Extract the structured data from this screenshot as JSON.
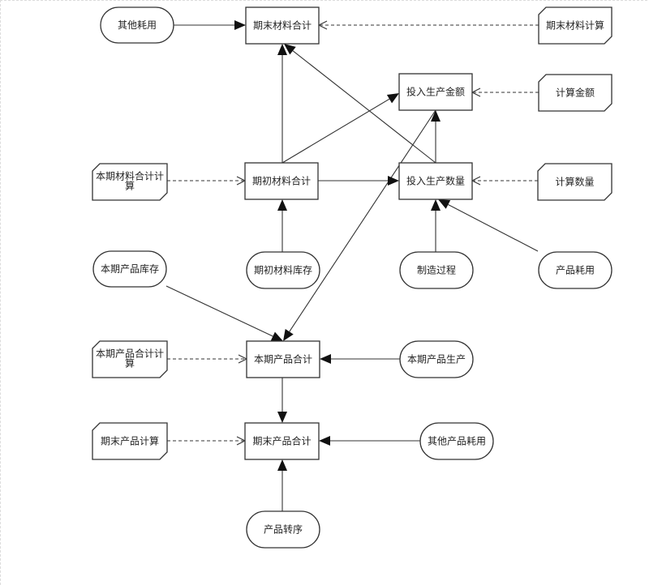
{
  "diagram": {
    "nodes": [
      {
        "id": "other_use",
        "label": "其他耗用",
        "shape": "terminal"
      },
      {
        "id": "end_material_total",
        "label": "期末材料合计",
        "shape": "process"
      },
      {
        "id": "end_material_calc",
        "label": "期末材料计算",
        "shape": "card"
      },
      {
        "id": "prod_amount",
        "label": "投入生产金额",
        "shape": "process"
      },
      {
        "id": "calc_amount",
        "label": "计算金额",
        "shape": "card"
      },
      {
        "id": "period_material_calc",
        "label": "本期材料合计计算",
        "label_lines": [
          "本期材料合计计",
          "算"
        ],
        "shape": "card"
      },
      {
        "id": "begin_material_total",
        "label": "期初材料合计",
        "shape": "process"
      },
      {
        "id": "prod_quantity",
        "label": "投入生产数量",
        "shape": "process"
      },
      {
        "id": "calc_quantity",
        "label": "计算数量",
        "shape": "card"
      },
      {
        "id": "period_product_stock",
        "label": "本期产品库存",
        "shape": "terminal"
      },
      {
        "id": "begin_material_stock",
        "label": "期初材料库存",
        "shape": "terminal"
      },
      {
        "id": "manufacturing",
        "label": "制造过程",
        "shape": "terminal"
      },
      {
        "id": "product_use",
        "label": "产品耗用",
        "shape": "terminal"
      },
      {
        "id": "period_product_calc",
        "label": "本期产品合计计算",
        "label_lines": [
          "本期产品合计计",
          "算"
        ],
        "shape": "card"
      },
      {
        "id": "period_product_total",
        "label": "本期产品合计",
        "shape": "process"
      },
      {
        "id": "period_product_output",
        "label": "本期产品生产",
        "shape": "terminal"
      },
      {
        "id": "end_product_calc",
        "label": "期末产品计算",
        "shape": "card"
      },
      {
        "id": "end_product_total",
        "label": "期末产品合计",
        "shape": "process"
      },
      {
        "id": "other_product_use",
        "label": "其他产品耗用",
        "shape": "terminal"
      },
      {
        "id": "product_transfer",
        "label": "产品转序",
        "shape": "terminal"
      }
    ],
    "edges": [
      {
        "from": "other_use",
        "to": "end_material_total",
        "style": "solid"
      },
      {
        "from": "end_material_calc",
        "to": "end_material_total",
        "style": "dashed"
      },
      {
        "from": "begin_material_total",
        "to": "end_material_total",
        "style": "solid"
      },
      {
        "from": "prod_quantity",
        "to": "end_material_total",
        "style": "solid"
      },
      {
        "from": "calc_amount",
        "to": "prod_amount",
        "style": "dashed"
      },
      {
        "from": "begin_material_total",
        "to": "prod_amount",
        "style": "solid"
      },
      {
        "from": "prod_quantity",
        "to": "prod_amount",
        "style": "solid"
      },
      {
        "from": "prod_amount",
        "to": "period_product_total",
        "style": "solid"
      },
      {
        "from": "period_material_calc",
        "to": "begin_material_total",
        "style": "dashed"
      },
      {
        "from": "begin_material_total",
        "to": "prod_quantity",
        "style": "solid"
      },
      {
        "from": "calc_quantity",
        "to": "prod_quantity",
        "style": "dashed"
      },
      {
        "from": "begin_material_stock",
        "to": "begin_material_total",
        "style": "solid"
      },
      {
        "from": "manufacturing",
        "to": "prod_quantity",
        "style": "solid"
      },
      {
        "from": "product_use",
        "to": "prod_quantity",
        "style": "solid"
      },
      {
        "from": "period_product_stock",
        "to": "period_product_total",
        "style": "solid"
      },
      {
        "from": "period_product_calc",
        "to": "period_product_total",
        "style": "dashed"
      },
      {
        "from": "period_product_output",
        "to": "period_product_total",
        "style": "solid"
      },
      {
        "from": "period_product_total",
        "to": "end_product_total",
        "style": "solid"
      },
      {
        "from": "end_product_calc",
        "to": "end_product_total",
        "style": "dashed"
      },
      {
        "from": "other_product_use",
        "to": "end_product_total",
        "style": "solid"
      },
      {
        "from": "product_transfer",
        "to": "end_product_total",
        "style": "solid"
      }
    ]
  }
}
